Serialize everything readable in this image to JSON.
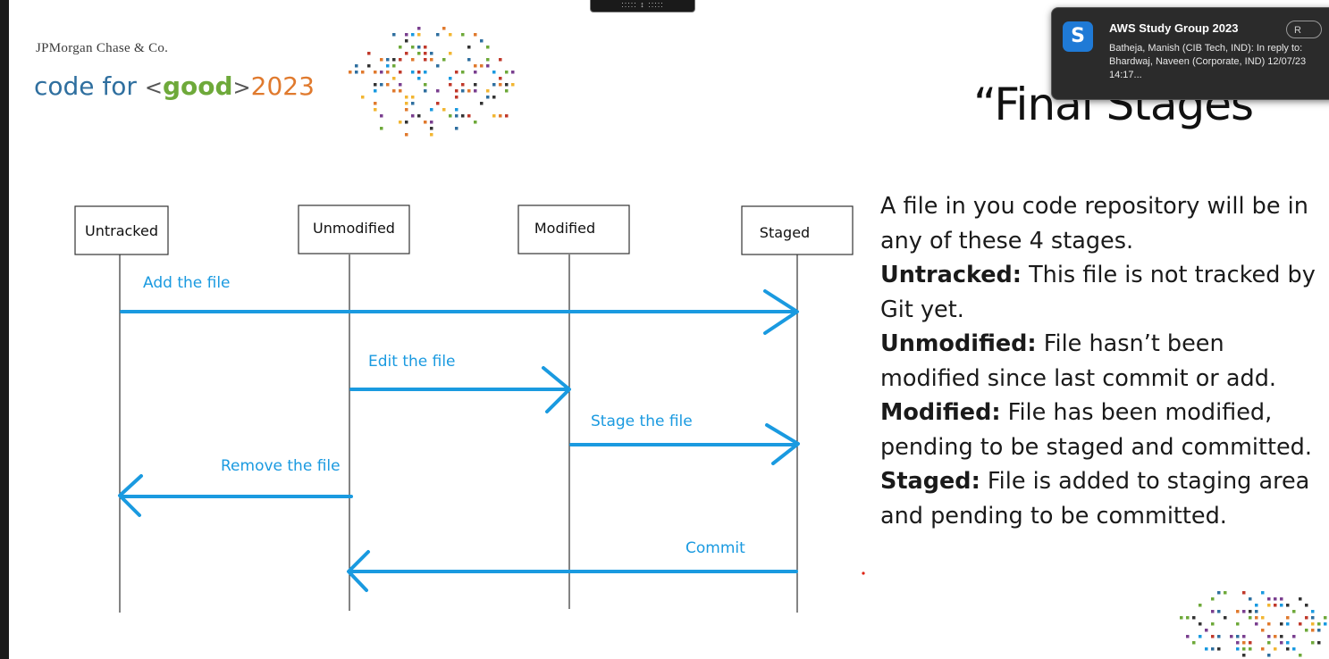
{
  "toolbar": {
    "label": "::::: ↕ :::::"
  },
  "slide": {
    "company": "JPMorgan Chase & Co.",
    "brand": {
      "prefix": "code for",
      "open": "<",
      "good": "good",
      "close": ">",
      "year": "2023"
    },
    "title": "“Final Stages”",
    "diagram": {
      "states": [
        "Untracked",
        "Unmodified",
        "Modified",
        "Staged"
      ],
      "transitions": [
        "Add the file",
        "Edit the file",
        "Stage the file",
        "Remove the file",
        "Commit"
      ],
      "arrow_color": "#1a9ae0",
      "label_color": "#1a9ae0"
    },
    "description": [
      {
        "term": "",
        "text": "A file in you code repository will be in any of these 4 stages."
      },
      {
        "term": "Untracked:",
        "text": "This file is not tracked by Git yet."
      },
      {
        "term": "Unmodified:",
        "text": "File hasn’t been modified since last commit or add."
      },
      {
        "term": "Modified:",
        "text": "File has been modified, pending to be staged and committed."
      },
      {
        "term": "Staged:",
        "text": "File is added to staging area and pending to be committed."
      }
    ]
  },
  "notification": {
    "icon": "S",
    "title": "AWS Study Group 2023",
    "message": "Batheja, Manish (CIB Tech, IND): In reply to: Bhardwaj, Naveen (Corporate, IND) 12/07/23 14:17...",
    "button": "R"
  }
}
